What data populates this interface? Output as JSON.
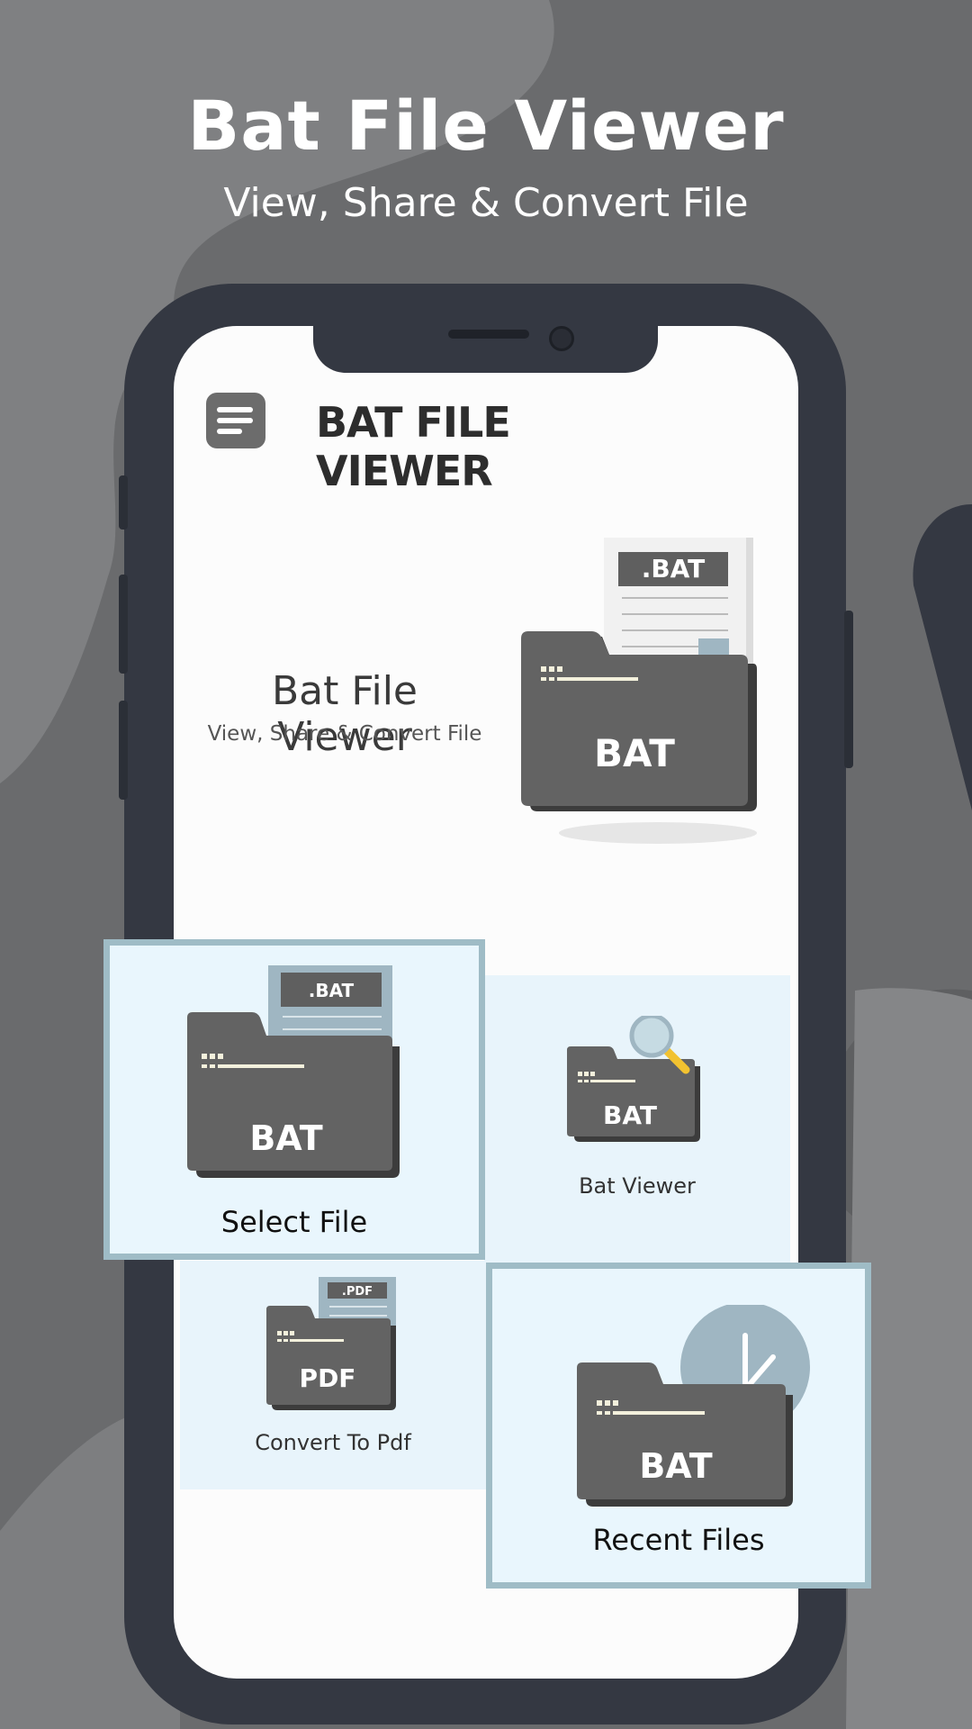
{
  "promo": {
    "title": "Bat File Viewer",
    "subtitle": "View, Share & Convert File"
  },
  "app": {
    "title": "BAT FILE VIEWER",
    "menu_icon": "menu-icon"
  },
  "hero": {
    "title": "Bat File Viewer",
    "subtitle": "View, Share & Convert File",
    "doc_tag": ".BAT",
    "folder_text": "BAT"
  },
  "tiles": [
    {
      "label": "Select File",
      "tag": ".BAT",
      "folder_text": "BAT",
      "icon": "bat-folder-document-icon",
      "selected": true
    },
    {
      "label": "Bat Viewer",
      "folder_text": "BAT",
      "icon": "magnifier-folder-icon",
      "selected": false
    },
    {
      "label": "Convert To Pdf",
      "tag": ".PDF",
      "folder_text": "PDF",
      "icon": "pdf-folder-icon",
      "selected": false
    },
    {
      "label": "Recent Files",
      "folder_text": "BAT",
      "icon": "clock-folder-icon",
      "selected": true
    }
  ],
  "colors": {
    "background": "#6a6b6d",
    "phone_frame": "#343842",
    "folder": "#636363",
    "tile_bg": "#e8f4fb",
    "tile_border": "#9fbcc6",
    "accent_yellow": "#f2c230"
  }
}
